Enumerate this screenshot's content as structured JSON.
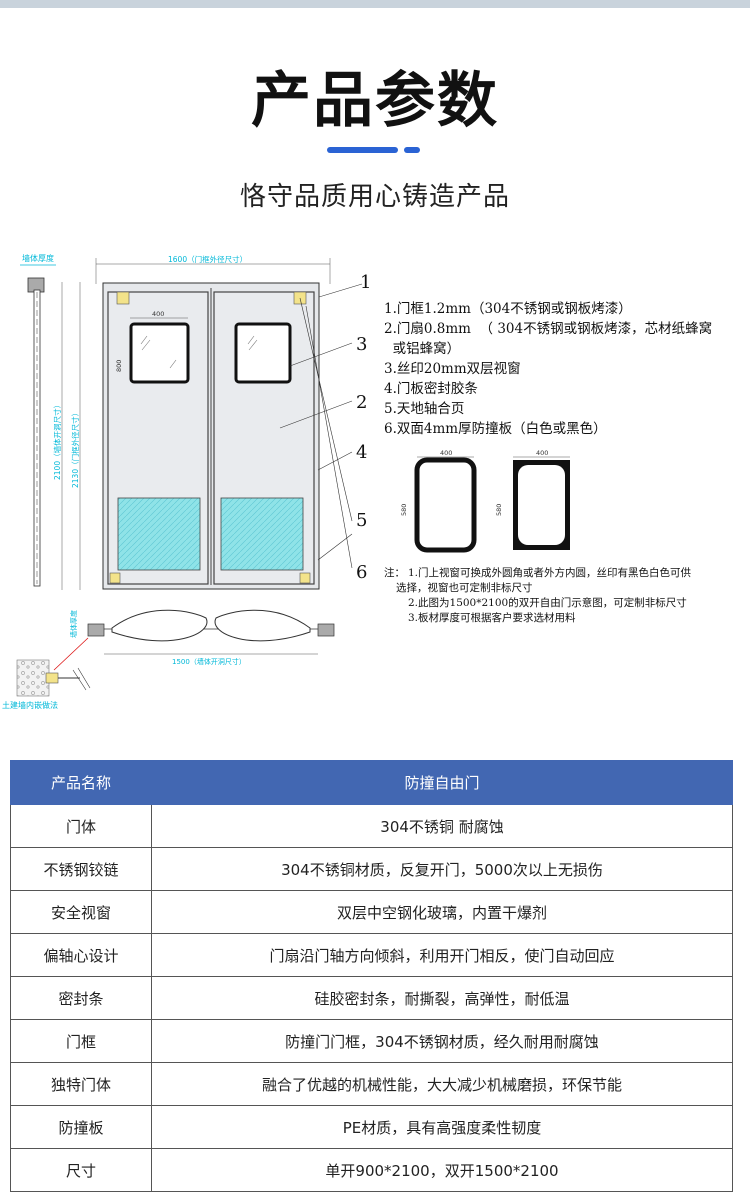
{
  "header": {
    "title": "产品参数",
    "subtitle": "恪守品质用心铸造产品"
  },
  "drawing": {
    "wall_thickness_label": "墙体厚度",
    "frame_width_label": "1600（门框外径尺寸）",
    "height_outer_label": "2100（墙体开洞尺寸）",
    "height_frame_label": "2130（门框外径尺寸）",
    "window_width_label": "400",
    "window_height_label": "800",
    "plan_wall_label": "墙体厚度",
    "plan_width_label": "1500（墙体开洞尺寸）",
    "civil_wall_label": "土建墙内嵌做法",
    "callouts": [
      "1",
      "3",
      "2",
      "4",
      "5",
      "6"
    ],
    "window_a_width": "400",
    "window_a_height": "580",
    "window_b_width": "400",
    "window_b_height": "580"
  },
  "specs": [
    "1.门框1.2mm（304不锈钢或钢板烤漆）",
    "2.门扇0.8mm  （ 304不锈钢或钢板烤漆，芯材纸蜂窝\n  或铝蜂窝）",
    "3.丝印20mm双层视窗",
    "4.门板密封胶条",
    "5.天地轴合页",
    "6.双面4mm厚防撞板（白色或黑色）"
  ],
  "notes": {
    "label": "注：",
    "items": [
      "1.门上视窗可换成外圆角或者外方内圆，丝印有黑色白色可供",
      "选择，视窗也可定制非标尺寸",
      "2.此图为1500*2100的双开自由门示意图，可定制非标尺寸",
      "3.板材厚度可根据客户要求选材用料"
    ]
  },
  "table": {
    "header": [
      "产品名称",
      "防撞自由门"
    ],
    "rows": [
      [
        "门体",
        "304不锈铜 耐腐蚀"
      ],
      [
        "不锈钢铰链",
        "304不锈铜材质，反复开门，5000次以上无损伤"
      ],
      [
        "安全视窗",
        "双层中空钢化玻璃，内置干爆剂"
      ],
      [
        "偏轴心设计",
        "门扇沿门轴方向倾斜，利用开门相反，使门自动回应"
      ],
      [
        "密封条",
        "硅胶密封条，耐撕裂，高弹性，耐低温"
      ],
      [
        "门框",
        "防撞门门框，304不锈钢材质，经久耐用耐腐蚀"
      ],
      [
        "独特门体",
        "融合了优越的机械性能，大大减少机械磨损，环保节能"
      ],
      [
        "防撞板",
        "PE材质，具有高强度柔性韧度"
      ],
      [
        "尺寸",
        "单开900*2100，双开1500*2100"
      ]
    ]
  },
  "colors": {
    "accent": "#2a63d4",
    "table_header": "#4267b2",
    "kick_plate": "#8fe3e8",
    "cyan_label": "#00b8d8"
  }
}
